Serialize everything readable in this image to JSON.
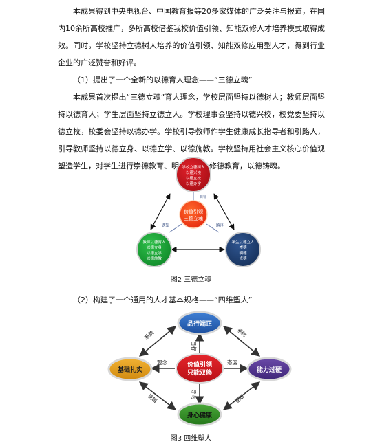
{
  "section1": {
    "paragraph1": "本成果得到中央电视台、中国教育报等20多家媒体的广泛关注与报道，在国内10余所高校推广，多所高校借鉴我校价值引领、知能双修人才培养模式取得成效。同时，学校坚持立德树人培养的价值引领、知能双修应用型人才，得到行业企业的广泛赞誉和好评。",
    "heading": "（1）提出了一个全新的以德育人理念——“三德立魂”",
    "paragraph2": "本成果首次提出“三德立魂”育人理念，学校层面坚持以德树人；教师层面坚持以德育人；学生层面坚持立德立人。学校理事会坚持以德兴校，校党委坚持以德立校，校委会坚持以德办学。学校引导教师作学生健康成长指导者和引路人，引导教师坚持以德立身、以德立学、以德施教。学校坚持用社会主义核心价值观塑造学生，对学生进行崇德教育、明德教育、修德教育，以德铸魂。"
  },
  "figure2": {
    "top": [
      "学校立德树人",
      "以德兴校",
      "以德立校",
      "以德办学"
    ],
    "center": [
      "价值引领",
      "三德立魂"
    ],
    "left": [
      "教师以德育人",
      "以德立身",
      "以德立学",
      "以德施教"
    ],
    "right": [
      "学生以德立人",
      "崇德",
      "明德",
      "修德"
    ],
    "label_top": "目标",
    "label_left": "逻辑",
    "label_right": "路径",
    "caption": "图2  三德立魂"
  },
  "section2": {
    "heading": "（2）构建了一个通用的人才基本规格——“四维塑人”"
  },
  "figure3": {
    "top": "品行端正",
    "left": "基础扎实",
    "right": "能力过硬",
    "bottom": "身心健康",
    "center": [
      "价值引领",
      "只能双修"
    ],
    "label_top_left": "系统",
    "label_top_right": "系统",
    "label_bottom_left": "逻辑",
    "label_bottom_right": "逻辑",
    "label_up": "目标",
    "label_down": "导向",
    "label_left": "观念",
    "label_right": "态度",
    "caption": "图3  四维塑人"
  }
}
